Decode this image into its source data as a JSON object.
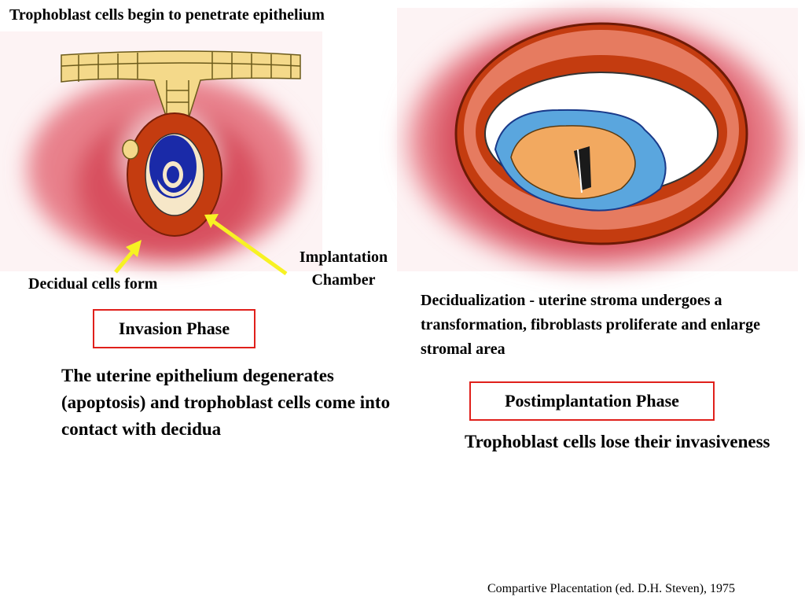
{
  "slide": {
    "title": "Trophoblast cells begin to penetrate epithelium",
    "decidual_label": "Decidual cells form",
    "chamber_label_line1": "Implantation",
    "chamber_label_line2": "Chamber",
    "invasion_phase": {
      "heading": "Invasion Phase",
      "description": "The uterine epithelium degenerates (apoptosis) and trophoblast cells come into contact with decidua"
    },
    "decidualization": "Decidualization  - uterine stroma undergoes a transformation, fibroblasts proliferate and  enlarge stromal area",
    "postimplantation_phase": {
      "heading": "Postimplantation Phase",
      "description": "Trophoblast cells lose their invasiveness"
    },
    "credit": "Compartive Placentation (ed. D.H. Steven), 1975"
  },
  "colors": {
    "stroma_red": "#d8505e",
    "decidua_orange": "#c43c10",
    "epithelium_yellow": "#f4d98a",
    "blastocyst_blue": "#1a2aa8",
    "embryo_tan": "#f2a960",
    "amnion_blue": "#5aa6de",
    "arrow_yellow": "#f7f223",
    "box_red": "#e0201b"
  }
}
